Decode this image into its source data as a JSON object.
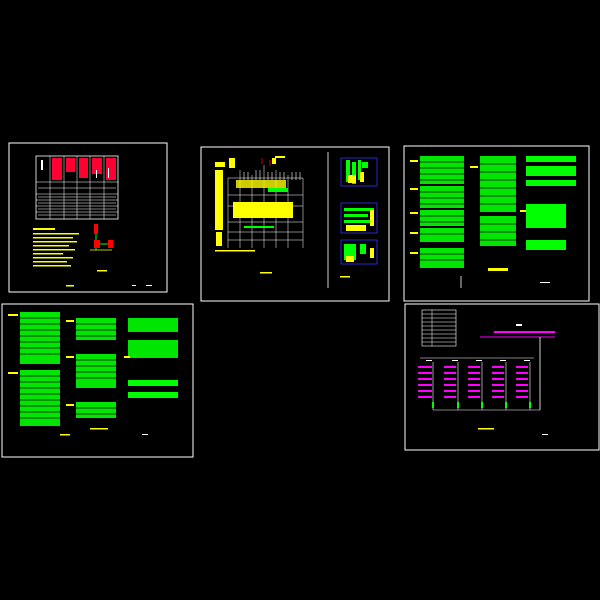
{
  "colors": {
    "background": "#000000",
    "frame": "#ffffff",
    "primary": "#ffff00",
    "secondary": "#00ff00",
    "accent_red": "#ff0000",
    "accent_magenta": "#ff00ff",
    "accent_cyan": "#00ffff",
    "accent_blue": "#3333ff"
  },
  "sheets": [
    {
      "id": "sheet-1",
      "kind": "switchgear-panel"
    },
    {
      "id": "sheet-2",
      "kind": "schedule-table"
    },
    {
      "id": "sheet-3",
      "kind": "distribution-boxes"
    },
    {
      "id": "sheet-4",
      "kind": "circuit-lists"
    },
    {
      "id": "sheet-5",
      "kind": "riser-diagram"
    }
  ]
}
